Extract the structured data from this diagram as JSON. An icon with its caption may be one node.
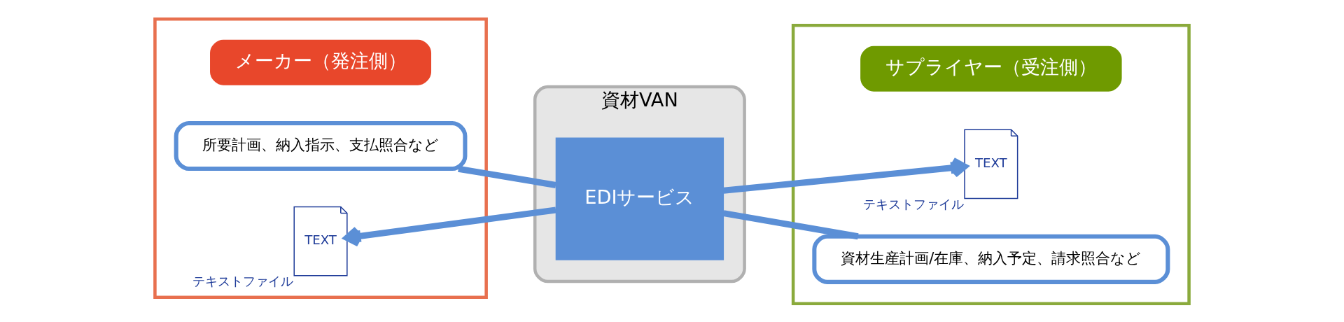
{
  "diagram": {
    "nodes": [
      {
        "text": [],
        "shape": "box"
      },
      {
        "text": [
          "メーカー（発注側）"
        ],
        "in": 0
      },
      {
        "text": [
          "所要計画、納入指示、支払照合など"
        ],
        "in": 0
      },
      {
        "text": [
          "TEXT"
        ],
        "beside": [
          "テキストファイル"
        ],
        "in": 0
      },
      {
        "text": [
          "資材VAN"
        ]
      },
      {
        "text": [
          "EDIサービス"
        ],
        "in": 4
      },
      {
        "text": [],
        "shape": "box"
      },
      {
        "text": [
          "サプライヤー（受注側）"
        ],
        "in": 6
      },
      {
        "text": [
          "TEXT"
        ],
        "beside": [
          "テキストファイル"
        ],
        "in": 6
      },
      {
        "text": [
          "資材生産計画/在庫、納入予定、請求照合など"
        ],
        "in": 6
      }
    ],
    "edges": [
      {
        "from": 2,
        "to": 5,
        "arrow": "none"
      },
      {
        "from": 5,
        "to": 8,
        "arrow": "to"
      },
      {
        "from": 9,
        "to": 5,
        "arrow": "none"
      },
      {
        "from": 5,
        "to": 3,
        "arrow": "to"
      }
    ]
  }
}
